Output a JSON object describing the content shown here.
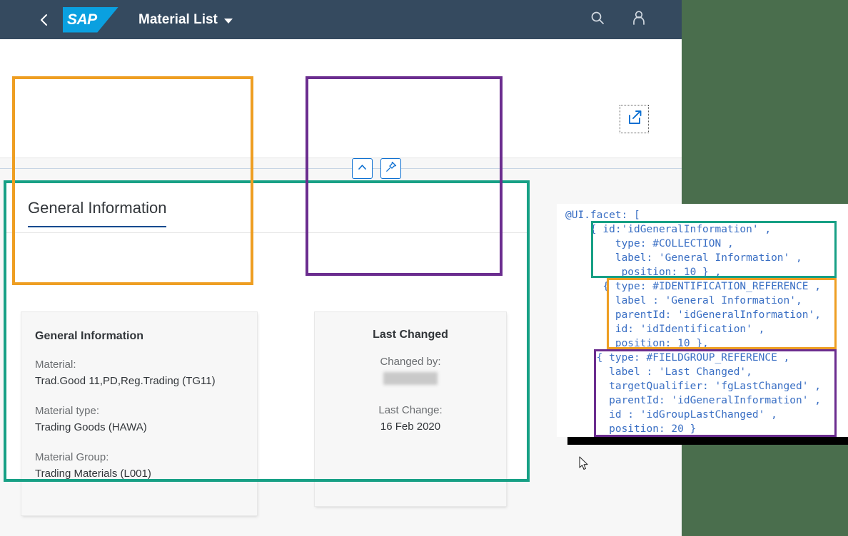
{
  "shell": {
    "back_icon": "chevron-left-icon",
    "logo_text": "SAP",
    "title": "Material List",
    "title_caret": "chevron-down-icon",
    "search_icon": "search-icon",
    "user_icon": "user-icon",
    "bg_color": "#354a5f",
    "logo_color": "#0aa0e0"
  },
  "page_header": {
    "share_icon": "share-icon",
    "collapse_icon": "chevron-up-icon",
    "pin_icon": "pin-icon"
  },
  "section": {
    "title": "General Information",
    "identification_card": {
      "title": "General Information",
      "fields": [
        {
          "label": "Material:",
          "value": "Trad.Good 11,PD,Reg.Trading (TG11)"
        },
        {
          "label": "Material type:",
          "value": "Trading Goods (HAWA)"
        },
        {
          "label": "Material Group:",
          "value": "Trading Materials (L001)"
        }
      ]
    },
    "lastchanged_card": {
      "title": "Last Changed",
      "fields": [
        {
          "label": "Changed by:",
          "value": ""
        },
        {
          "label": "Last Change:",
          "value": "16 Feb 2020"
        }
      ]
    }
  },
  "code": {
    "text": "@UI.facet: [\n    { id:'idGeneralInformation' ,\n        type: #COLLECTION ,\n        label: 'General Information' ,\n         position: 10 } ,\n      { type: #IDENTIFICATION_REFERENCE ,\n        label : 'General Information',\n        parentId: 'idGeneralInformation',\n        id: 'idIdentification' ,\n        position: 10 },\n     { type: #FIELDGROUP_REFERENCE ,\n       label : 'Last Changed',\n       targetQualifier: 'fgLastChanged' ,\n       parentId: 'idGeneralInformation' ,\n       id : 'idGroupLastChanged' ,\n       position: 20 }",
    "text_color": "#3a6fc4"
  },
  "annotations": {
    "teal_color": "#17a085",
    "orange_color": "#ee9e22",
    "purple_color": "#6b2d8f"
  },
  "desktop": {
    "bg_color": "#4a6e4d"
  }
}
